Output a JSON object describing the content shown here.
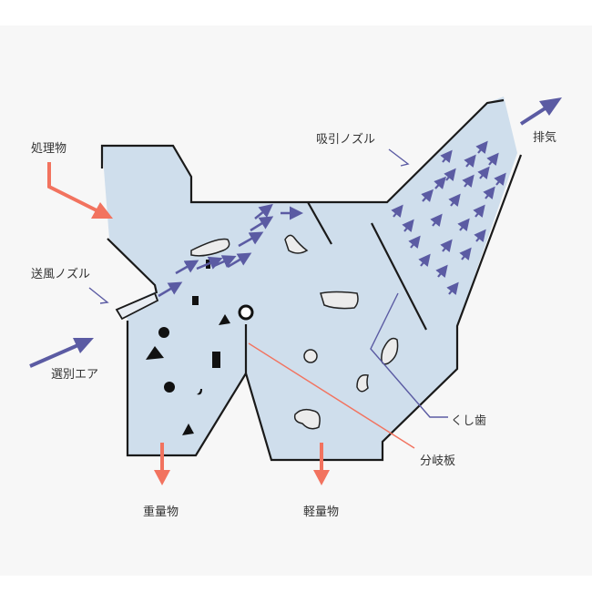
{
  "labels": {
    "input_material": "処理物",
    "suction_nozzle": "吸引ノズル",
    "exhaust": "排気",
    "blower_nozzle": "送風ノズル",
    "sorting_air": "選別エア",
    "comb_teeth": "くし歯",
    "splitter_plate": "分岐板",
    "heavy_material": "重量物",
    "light_material": "軽量物"
  },
  "colors": {
    "chamber_fill": "#cfdeec",
    "air_arrow": "#5b5ba3",
    "material_arrow": "#f2735f",
    "wall": "#1a1a1a"
  }
}
